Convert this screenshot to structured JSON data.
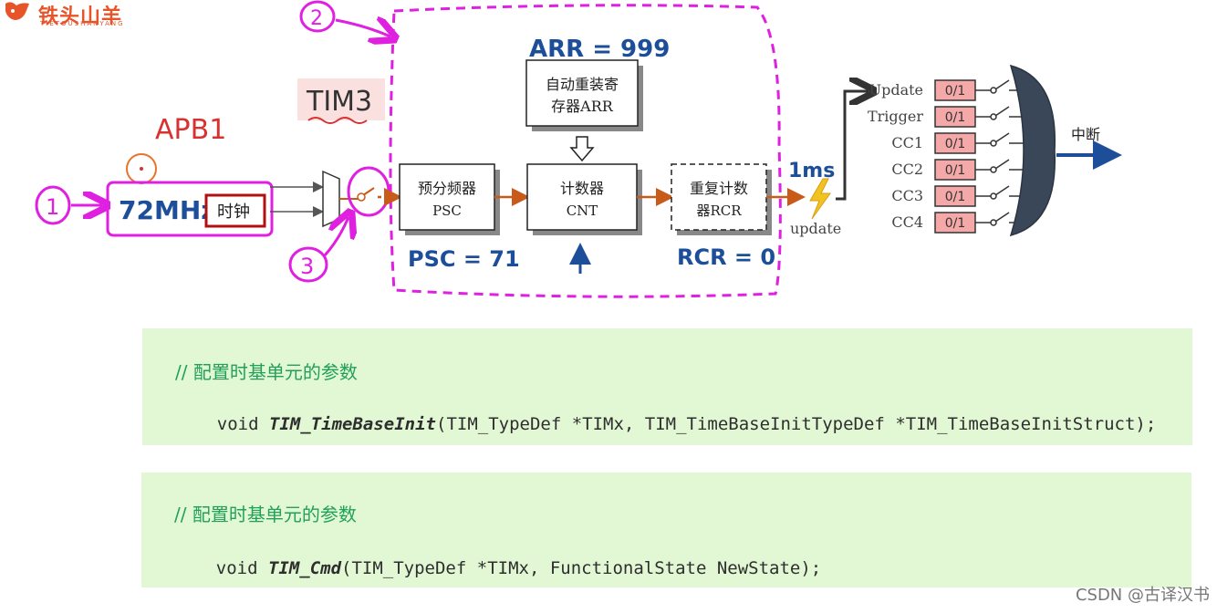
{
  "logo": {
    "name": "铁头山羊",
    "subtitle": "TIETOUSHANYANG"
  },
  "annotations": {
    "apb1": "APB1",
    "tim3": "TIM3",
    "arr_value": "ARR = 999",
    "psc_value": "PSC = 71",
    "rcr_value": "RCR = 0",
    "period": "1ms",
    "marker_1": "1",
    "marker_2": "2",
    "marker_3": "3"
  },
  "clock": {
    "freq": "72MHz",
    "label": "时钟"
  },
  "blocks": {
    "arr": {
      "line1": "自动重装寄",
      "line2": "存器ARR"
    },
    "psc": {
      "line1": "预分频器",
      "line2": "PSC"
    },
    "cnt": {
      "line1": "计数器",
      "line2": "CNT"
    },
    "rcr": {
      "line1": "重复计数",
      "line2": "器RCR"
    }
  },
  "update_label": "update",
  "events": [
    {
      "name": "Update",
      "flag": "0/1"
    },
    {
      "name": "Trigger",
      "flag": "0/1"
    },
    {
      "name": "CC1",
      "flag": "0/1"
    },
    {
      "name": "CC2",
      "flag": "0/1"
    },
    {
      "name": "CC3",
      "flag": "0/1"
    },
    {
      "name": "CC4",
      "flag": "0/1"
    }
  ],
  "interrupt_label": "中断",
  "code": {
    "block1": {
      "comment": "// 配置时基单元的参数",
      "prefix": "void ",
      "func": "TIM_TimeBaseInit",
      "args": "(TIM_TypeDef *TIMx, TIM_TimeBaseInitTypeDef *TIM_TimeBaseInitStruct);"
    },
    "block2": {
      "comment": "// 配置时基单元的参数",
      "prefix": "void ",
      "func": "TIM_Cmd",
      "args": "(TIM_TypeDef *TIMx, FunctionalState NewState);"
    }
  },
  "watermark": "CSDN @古译汉书",
  "colors": {
    "magenta": "#e020e0",
    "blue_ink": "#1d4e9a",
    "red_ink": "#d93030",
    "orange_arrow": "#c85a1a",
    "flag_fill": "#f4a8a8",
    "code_bg": "#e2f8d4",
    "code_comment": "#22a05a",
    "gate": "#3a4758"
  }
}
